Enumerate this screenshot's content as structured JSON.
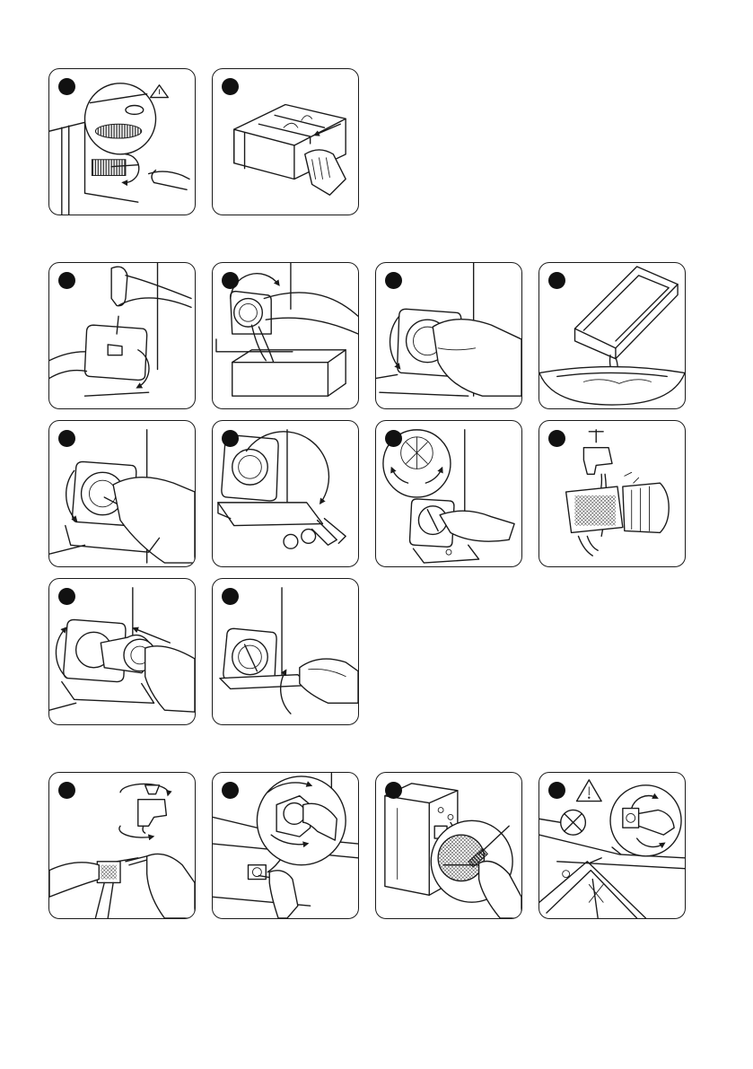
{
  "sections": [
    {
      "name": "filter-cleaning-section",
      "panels": [
        {
          "icon": "brush-filter-icon"
        },
        {
          "icon": "detergent-drawer-icon"
        }
      ]
    },
    {
      "name": "drain-pump-section",
      "panels": [
        {
          "icon": "open-flap-icon"
        },
        {
          "icon": "drain-water-icon"
        },
        {
          "icon": "turn-filter-icon"
        },
        {
          "icon": "empty-container-icon"
        },
        {
          "icon": "pull-filter-icon"
        },
        {
          "icon": "remove-objects-icon"
        },
        {
          "icon": "check-impeller-icon"
        },
        {
          "icon": "rinse-filter-icon"
        },
        {
          "icon": "insert-filter-icon"
        },
        {
          "icon": "close-flap-icon"
        }
      ]
    },
    {
      "name": "inlet-hose-section",
      "panels": [
        {
          "icon": "tap-filter-icon"
        },
        {
          "icon": "hose-unscrew-icon"
        },
        {
          "icon": "inlet-filter-brush-icon"
        },
        {
          "icon": "hose-warning-icon"
        }
      ]
    }
  ]
}
